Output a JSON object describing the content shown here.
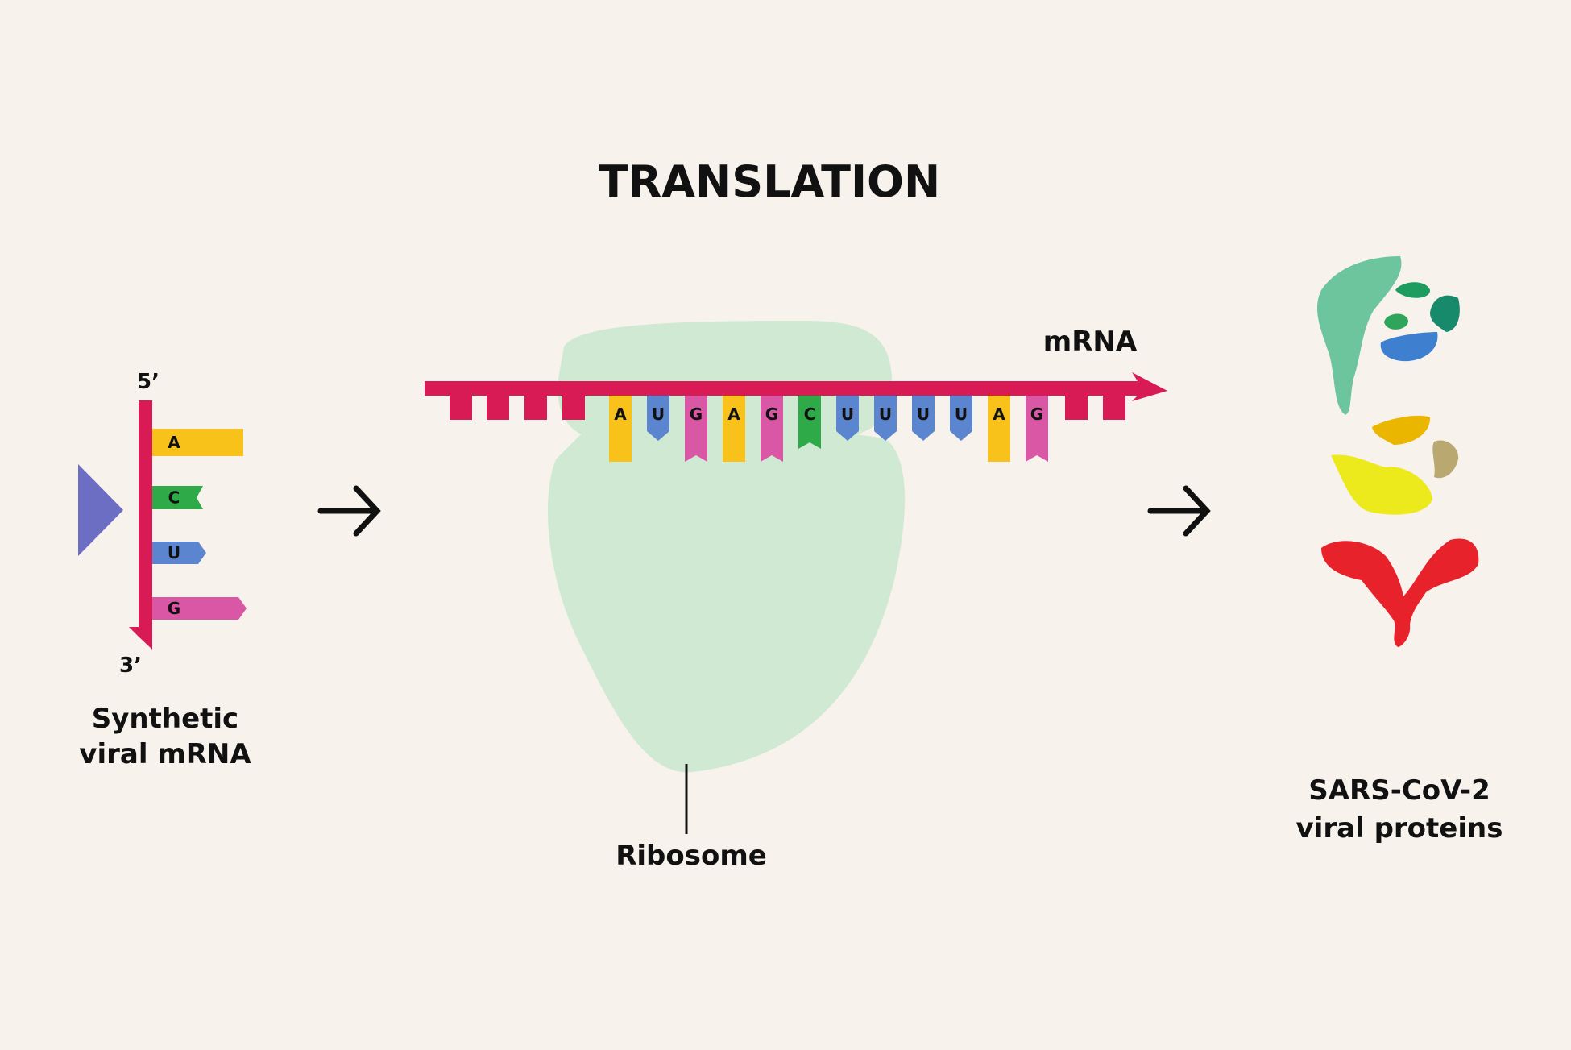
{
  "title": "TRANSLATION",
  "mrna_label": "mRNA",
  "ribosome_label": "Ribosome",
  "left_label": {
    "line1": "Synthetic",
    "line2": "viral mRNA"
  },
  "right_label": {
    "line1": "SARS-CoV-2",
    "line2": "viral proteins"
  },
  "strand_ends": {
    "five_prime": "5’",
    "three_prime": "3’"
  },
  "left_bases": [
    "A",
    "C",
    "U",
    "G"
  ],
  "codon_sequence": [
    "A",
    "U",
    "G",
    "A",
    "G",
    "C",
    "U",
    "U",
    "U",
    "U",
    "A",
    "G"
  ],
  "colors": {
    "background": "#f8f2ed",
    "backbone": "#d81b55",
    "A": "#f8c21a",
    "U": "#5b86cf",
    "G": "#d957a4",
    "C": "#2eaa48",
    "ribosome": "#cfe9d3",
    "triangle": "#6c6ec4"
  }
}
